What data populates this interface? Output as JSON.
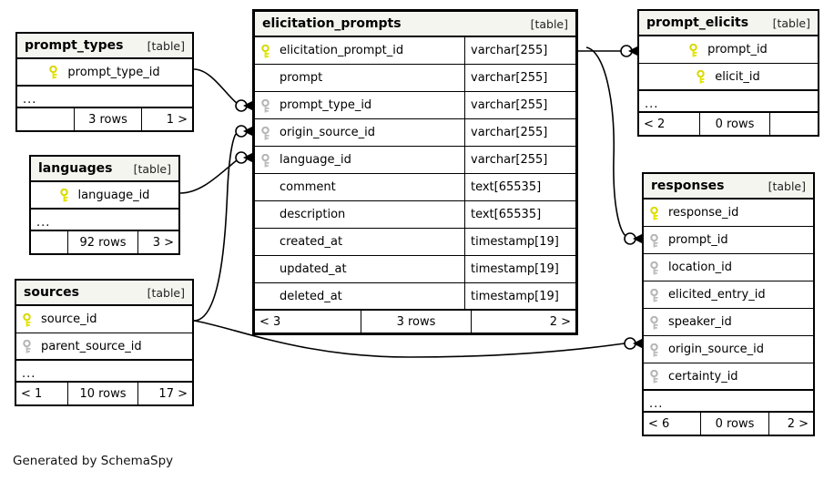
{
  "meta": {
    "credit": "Generated by SchemaSpy",
    "table_tag": "[table]",
    "ellipsis": "...",
    "pk_color": "#e8e800",
    "fk_color": "#b0b0b0",
    "header_bg": "#f5f5f0",
    "border_color": "#000000"
  },
  "tables": {
    "prompt_types": {
      "name": "prompt_types",
      "tag": "[table]",
      "columns": [
        {
          "name": "prompt_type_id",
          "key": "pk",
          "type": ""
        }
      ],
      "more": "...",
      "footer": {
        "left": "",
        "middle": "3 rows",
        "right": "1 >"
      }
    },
    "languages": {
      "name": "languages",
      "tag": "[table]",
      "columns": [
        {
          "name": "language_id",
          "key": "pk",
          "type": ""
        }
      ],
      "more": "...",
      "footer": {
        "left": "",
        "middle": "92 rows",
        "right": "3 >"
      }
    },
    "sources": {
      "name": "sources",
      "tag": "[table]",
      "columns": [
        {
          "name": "source_id",
          "key": "pk",
          "type": ""
        },
        {
          "name": "parent_source_id",
          "key": "fk",
          "type": ""
        }
      ],
      "more": "...",
      "footer": {
        "left": "< 1",
        "middle": "10 rows",
        "right": "17 >"
      }
    },
    "elicitation_prompts": {
      "name": "elicitation_prompts",
      "tag": "[table]",
      "columns": [
        {
          "name": "elicitation_prompt_id",
          "key": "pk",
          "type": "varchar[255]"
        },
        {
          "name": "prompt",
          "key": "none",
          "type": "varchar[255]"
        },
        {
          "name": "prompt_type_id",
          "key": "fk",
          "type": "varchar[255]"
        },
        {
          "name": "origin_source_id",
          "key": "fk",
          "type": "varchar[255]"
        },
        {
          "name": "language_id",
          "key": "fk",
          "type": "varchar[255]"
        },
        {
          "name": "comment",
          "key": "none",
          "type": "text[65535]"
        },
        {
          "name": "description",
          "key": "none",
          "type": "text[65535]"
        },
        {
          "name": "created_at",
          "key": "none",
          "type": "timestamp[19]"
        },
        {
          "name": "updated_at",
          "key": "none",
          "type": "timestamp[19]"
        },
        {
          "name": "deleted_at",
          "key": "none",
          "type": "timestamp[19]"
        }
      ],
      "more": "",
      "footer": {
        "left": "< 3",
        "middle": "3 rows",
        "right": "2 >"
      }
    },
    "prompt_elicits": {
      "name": "prompt_elicits",
      "tag": "[table]",
      "columns": [
        {
          "name": "prompt_id",
          "key": "pk",
          "type": ""
        },
        {
          "name": "elicit_id",
          "key": "pk",
          "type": ""
        }
      ],
      "more": "...",
      "footer": {
        "left": "< 2",
        "middle": "0 rows",
        "right": ""
      }
    },
    "responses": {
      "name": "responses",
      "tag": "[table]",
      "columns": [
        {
          "name": "response_id",
          "key": "pk",
          "type": ""
        },
        {
          "name": "prompt_id",
          "key": "fk",
          "type": ""
        },
        {
          "name": "location_id",
          "key": "fk",
          "type": ""
        },
        {
          "name": "elicited_entry_id",
          "key": "fk",
          "type": ""
        },
        {
          "name": "speaker_id",
          "key": "fk",
          "type": ""
        },
        {
          "name": "origin_source_id",
          "key": "fk",
          "type": ""
        },
        {
          "name": "certainty_id",
          "key": "fk",
          "type": ""
        }
      ],
      "more": "...",
      "footer": {
        "left": "< 6",
        "middle": "0 rows",
        "right": "2 >"
      }
    }
  },
  "relationships": [
    {
      "from": "prompt_types.prompt_type_id",
      "to": "elicitation_prompts.prompt_type_id"
    },
    {
      "from": "languages.language_id",
      "to": "elicitation_prompts.language_id"
    },
    {
      "from": "sources.source_id",
      "to": "elicitation_prompts.origin_source_id"
    },
    {
      "from": "elicitation_prompts.elicitation_prompt_id",
      "to": "prompt_elicits.prompt_id"
    },
    {
      "from": "elicitation_prompts.elicitation_prompt_id",
      "to": "responses.prompt_id"
    },
    {
      "from": "sources.source_id",
      "to": "responses.origin_source_id"
    }
  ]
}
